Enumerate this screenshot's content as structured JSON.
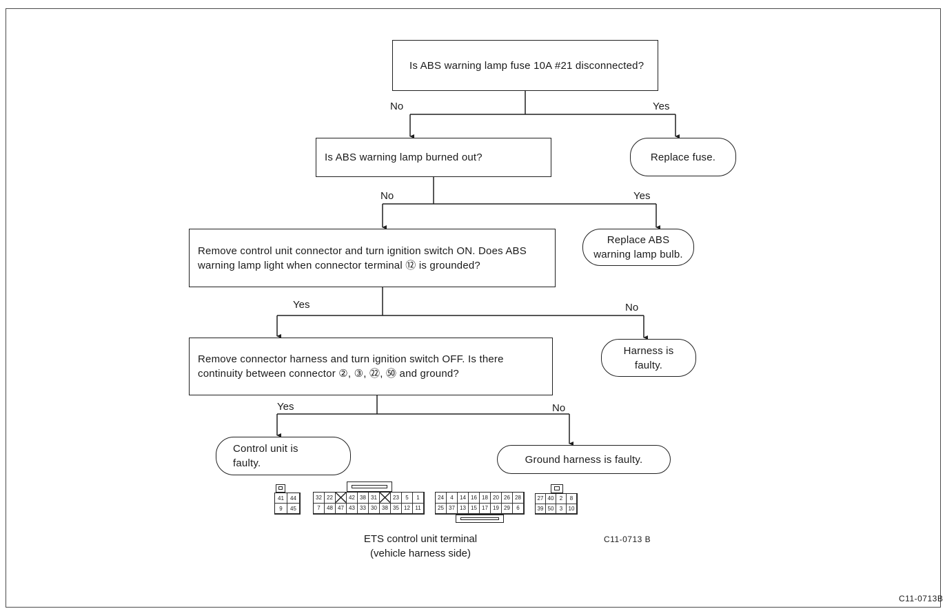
{
  "nodes": {
    "q1": "Is ABS warning lamp fuse 10A #21 disconnected?",
    "q2": "Is ABS warning lamp burned out?",
    "q3": "Remove control unit connector and turn ignition switch ON. Does ABS warning lamp light when connector terminal ⑫ is grounded?",
    "q4": "Remove connector harness and turn ignition switch OFF. Is there continuity between connector ②, ③, ㉒, ㊿ and ground?",
    "r1": "Replace fuse.",
    "r2": "Replace ABS warning lamp bulb.",
    "r3": "Harness is faulty.",
    "r4": "Control unit is faulty.",
    "r5": "Ground harness is faulty."
  },
  "branches": {
    "q1_no": "No",
    "q1_yes": "Yes",
    "q2_no": "No",
    "q2_yes": "Yes",
    "q3_yes": "Yes",
    "q3_no": "No",
    "q4_yes": "Yes",
    "q4_no": "No"
  },
  "connectors": {
    "c1": [
      "41",
      "44",
      "9",
      "45"
    ],
    "c2": [
      "32",
      "22",
      "X",
      "42",
      "38",
      "31",
      "X",
      "23",
      "5",
      "1",
      "7",
      "48",
      "47",
      "43",
      "33",
      "30",
      "38",
      "35",
      "12",
      "11"
    ],
    "c3": [
      "24",
      "4",
      "14",
      "16",
      "18",
      "20",
      "26",
      "28",
      "25",
      "37",
      "13",
      "15",
      "17",
      "19",
      "29",
      "6"
    ],
    "c4": [
      "27",
      "40",
      "2",
      "8",
      "39",
      "50",
      "3",
      "10"
    ]
  },
  "caption": {
    "line1": "ETS control unit terminal",
    "line2": "(vehicle harness side)",
    "inner_ref": "C11-0713 B",
    "figure_ref": "C11-0713B"
  }
}
